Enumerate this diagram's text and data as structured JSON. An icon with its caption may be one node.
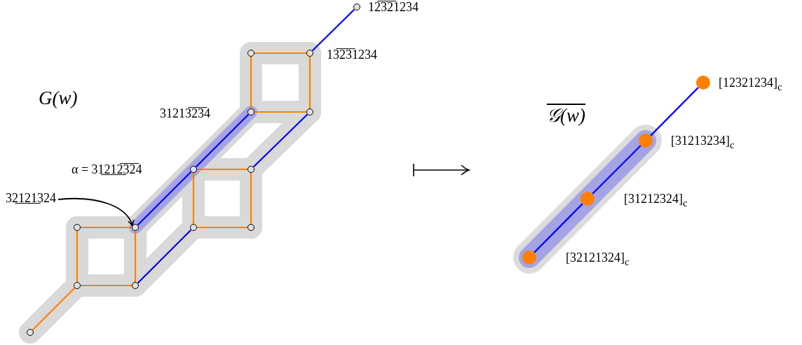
{
  "diagram": {
    "nodes": [
      {
        "text": [],
        "shape": "circle",
        "beside": [
          "12̅3̅2̅1234"
        ]
      },
      {
        "text": [],
        "shape": "circle"
      },
      {
        "text": [],
        "shape": "circle",
        "beside": [
          "13̅2̅3̅1234"
        ]
      },
      {
        "text": [],
        "shape": "circle",
        "beside": [
          "31213̅2̅3̅4"
        ]
      },
      {
        "text": [],
        "shape": "circle"
      },
      {
        "text": [],
        "shape": "circle"
      },
      {
        "text": [],
        "shape": "circle"
      },
      {
        "text": [
          "32̲1̲2̲1̲324"
        ]
      },
      {
        "text": [],
        "shape": "circle"
      },
      {
        "text": [],
        "shape": "circle"
      },
      {
        "text": [],
        "shape": "circle"
      },
      {
        "text": [],
        "shape": "circle"
      },
      {
        "text": [],
        "shape": "circle"
      },
      {
        "text": [],
        "shape": "circle"
      },
      {
        "text": [],
        "shape": "circle"
      },
      {
        "text": [],
        "shape": "circle",
        "beside": [
          "[12321234]$_{c}$"
        ]
      },
      {
        "text": [],
        "shape": "circle",
        "beside": [
          "[31213234]$_{c}$"
        ]
      },
      {
        "text": [],
        "shape": "circle",
        "beside": [
          "[31212324]$_{c}$"
        ]
      },
      {
        "text": [],
        "shape": "circle",
        "beside": [
          "[32121324]$_{c}$"
        ]
      }
    ],
    "edges": [
      {
        "from": 0,
        "to": 2,
        "arrow": "none",
        "color": "#0000ff"
      },
      {
        "from": 1,
        "to": 2,
        "arrow": "none",
        "color": "#ff8000"
      },
      {
        "from": 1,
        "to": 3,
        "arrow": "none",
        "color": "#ff8000"
      },
      {
        "from": 2,
        "to": 4,
        "arrow": "none",
        "color": "#ff8000"
      },
      {
        "from": 3,
        "to": 4,
        "arrow": "none",
        "color": "#ff8000"
      },
      {
        "from": 3,
        "to": 5,
        "arrow": "none",
        "color": "#0000ff"
      },
      {
        "from": 4,
        "to": 6,
        "arrow": "none",
        "color": "#0000ff"
      },
      {
        "from": 5,
        "to": 6,
        "arrow": "none",
        "color": "#ff8000"
      },
      {
        "from": 5,
        "to": 10,
        "arrow": "none",
        "color": "#ff8000"
      },
      {
        "from": 6,
        "to": 11,
        "arrow": "none",
        "color": "#ff8000"
      },
      {
        "from": 10,
        "to": 11,
        "arrow": "none",
        "color": "#ff8000"
      },
      {
        "from": 5,
        "to": 9,
        "arrow": "none",
        "color": "#0000ff"
      },
      {
        "from": 10,
        "to": 13,
        "arrow": "none",
        "color": "#0000ff"
      },
      {
        "from": 7,
        "to": 9,
        "arrow": "to",
        "color": "#000000"
      },
      {
        "from": 8,
        "to": 9,
        "arrow": "none",
        "color": "#ff8000"
      },
      {
        "from": 9,
        "to": 13,
        "arrow": "none",
        "color": "#ff8000"
      },
      {
        "from": 8,
        "to": 12,
        "arrow": "none",
        "color": "#ff8000"
      },
      {
        "from": 12,
        "to": 13,
        "arrow": "none",
        "color": "#ff8000"
      },
      {
        "from": 12,
        "to": 14,
        "arrow": "none",
        "color": "#ff8000"
      },
      {
        "from": 15,
        "to": 16,
        "arrow": "none",
        "color": "#0000ff"
      },
      {
        "from": 16,
        "to": 17,
        "arrow": "none",
        "color": "#0000ff"
      },
      {
        "from": 17,
        "to": 18,
        "arrow": "none",
        "color": "#0000ff"
      }
    ],
    "labels": [
      "G(w)",
      "α = 31̲2̲1̲2̲̅3̅2̅4",
      "𝒢(w)"
    ]
  }
}
